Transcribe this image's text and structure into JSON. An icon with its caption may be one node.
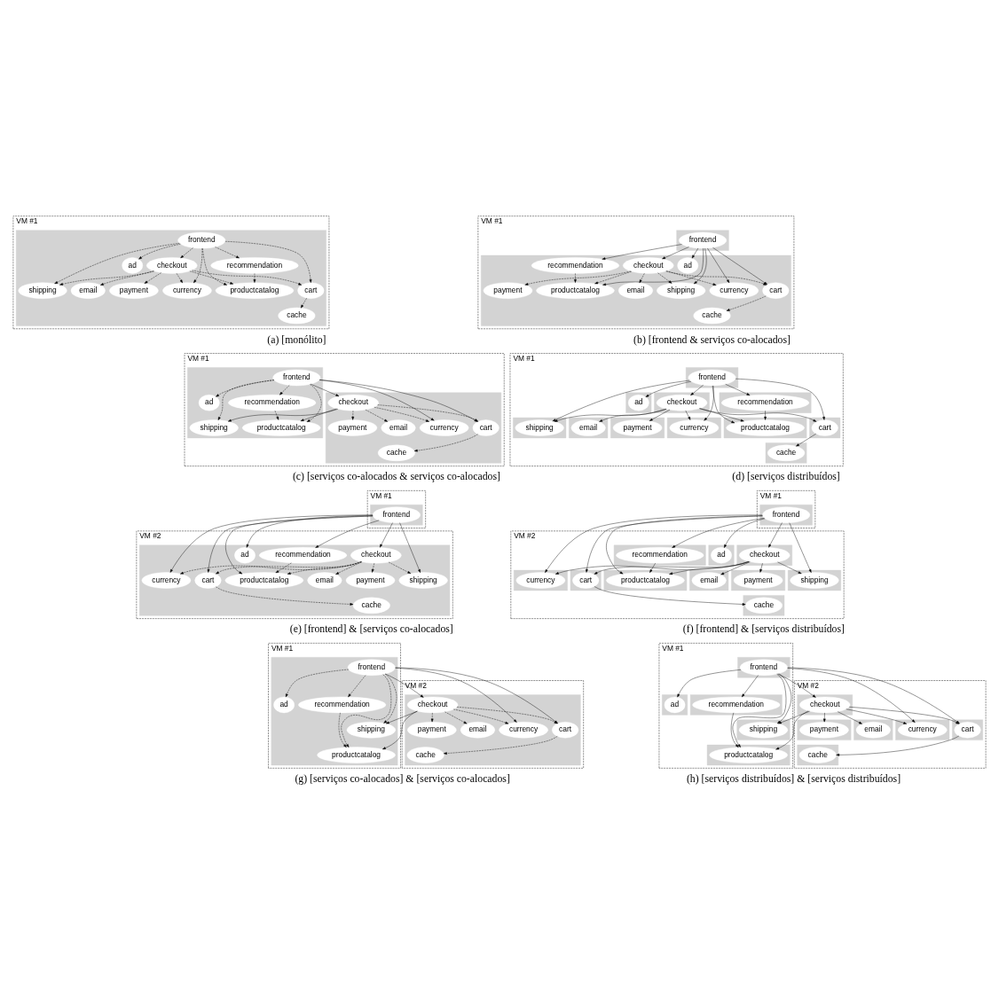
{
  "diagram": {
    "nodes": [
      {
        "text": [
          "VM #1"
        ],
        "beside": [
          "(a) [monólito]"
        ]
      },
      {
        "text": [],
        "shape": "box",
        "in": 0
      },
      {
        "text": [
          "frontend"
        ],
        "in": 1
      },
      {
        "text": [
          "checkout"
        ],
        "in": 1
      },
      {
        "text": [
          "ad"
        ],
        "in": 1
      },
      {
        "text": [
          "recommendation"
        ],
        "in": 1
      },
      {
        "text": [
          "shipping"
        ],
        "in": 1
      },
      {
        "text": [
          "currency"
        ],
        "in": 1
      },
      {
        "text": [
          "cart"
        ],
        "in": 1
      },
      {
        "text": [
          "payment"
        ],
        "in": 1
      },
      {
        "text": [
          "email"
        ],
        "in": 1
      },
      {
        "text": [
          "productcatalog"
        ],
        "in": 1
      },
      {
        "text": [
          "cache"
        ],
        "in": 1
      },
      {
        "text": [
          "VM #1"
        ],
        "beside": [
          "(b) [frontend & serviços co-alocados]"
        ]
      },
      {
        "text": [],
        "shape": "box",
        "in": 13
      },
      {
        "text": [
          "frontend"
        ],
        "in": 14
      },
      {
        "text": [],
        "shape": "box",
        "in": 13
      },
      {
        "text": [
          "checkout"
        ],
        "in": 16
      },
      {
        "text": [
          "ad"
        ],
        "in": 16
      },
      {
        "text": [
          "recommendation"
        ],
        "in": 16
      },
      {
        "text": [
          "shipping"
        ],
        "in": 16
      },
      {
        "text": [
          "currency"
        ],
        "in": 16
      },
      {
        "text": [
          "cart"
        ],
        "in": 16
      },
      {
        "text": [
          "payment"
        ],
        "in": 16
      },
      {
        "text": [
          "email"
        ],
        "in": 16
      },
      {
        "text": [
          "productcatalog"
        ],
        "in": 16
      },
      {
        "text": [
          "cache"
        ],
        "in": 16
      },
      {
        "text": [
          "VM #1"
        ],
        "beside": [
          "(c) [serviços co-alocados & serviços co-alocados]"
        ]
      },
      {
        "text": [],
        "shape": "box",
        "in": 27
      },
      {
        "text": [
          "frontend"
        ],
        "in": 28
      },
      {
        "text": [
          "ad"
        ],
        "in": 28
      },
      {
        "text": [
          "recommendation"
        ],
        "in": 28
      },
      {
        "text": [
          "shipping"
        ],
        "in": 28
      },
      {
        "text": [
          "productcatalog"
        ],
        "in": 28
      },
      {
        "text": [],
        "shape": "box",
        "in": 27
      },
      {
        "text": [
          "checkout"
        ],
        "in": 34
      },
      {
        "text": [
          "currency"
        ],
        "in": 34
      },
      {
        "text": [
          "cart"
        ],
        "in": 34
      },
      {
        "text": [
          "payment"
        ],
        "in": 34
      },
      {
        "text": [
          "email"
        ],
        "in": 34
      },
      {
        "text": [
          "cache"
        ],
        "in": 34
      },
      {
        "text": [
          "VM #1"
        ],
        "beside": [
          "(d) [serviços distribuídos]"
        ]
      },
      {
        "text": [],
        "shape": "box",
        "in": 41
      },
      {
        "text": [
          "frontend"
        ],
        "in": 42
      },
      {
        "text": [],
        "shape": "box",
        "in": 41
      },
      {
        "text": [
          "checkout"
        ],
        "in": 44
      },
      {
        "text": [],
        "shape": "box",
        "in": 41
      },
      {
        "text": [
          "ad"
        ],
        "in": 46
      },
      {
        "text": [],
        "shape": "box",
        "in": 41
      },
      {
        "text": [
          "recommendation"
        ],
        "in": 48
      },
      {
        "text": [],
        "shape": "box",
        "in": 41
      },
      {
        "text": [
          "shipping"
        ],
        "in": 50
      },
      {
        "text": [],
        "shape": "box",
        "in": 41
      },
      {
        "text": [
          "currency"
        ],
        "in": 52
      },
      {
        "text": [],
        "shape": "box",
        "in": 41
      },
      {
        "text": [
          "cart"
        ],
        "in": 54
      },
      {
        "text": [],
        "shape": "box",
        "in": 41
      },
      {
        "text": [
          "payment"
        ],
        "in": 56
      },
      {
        "text": [],
        "shape": "box",
        "in": 41
      },
      {
        "text": [
          "email"
        ],
        "in": 58
      },
      {
        "text": [],
        "shape": "box",
        "in": 41
      },
      {
        "text": [
          "productcatalog"
        ],
        "in": 60
      },
      {
        "text": [],
        "shape": "box",
        "in": 41
      },
      {
        "text": [
          "cache"
        ],
        "in": 62
      },
      {
        "text": [
          "VM #1"
        ]
      },
      {
        "text": [],
        "shape": "box",
        "in": 64
      },
      {
        "text": [
          "frontend"
        ],
        "in": 65
      },
      {
        "text": [
          "VM #2"
        ],
        "beside": [
          "(e) [frontend] & [serviços co-alocados]"
        ]
      },
      {
        "text": [],
        "shape": "box",
        "in": 67
      },
      {
        "text": [
          "checkout"
        ],
        "in": 68
      },
      {
        "text": [
          "ad"
        ],
        "in": 68
      },
      {
        "text": [
          "recommendation"
        ],
        "in": 68
      },
      {
        "text": [
          "shipping"
        ],
        "in": 68
      },
      {
        "text": [
          "currency"
        ],
        "in": 68
      },
      {
        "text": [
          "cart"
        ],
        "in": 68
      },
      {
        "text": [
          "payment"
        ],
        "in": 68
      },
      {
        "text": [
          "email"
        ],
        "in": 68
      },
      {
        "text": [
          "productcatalog"
        ],
        "in": 68
      },
      {
        "text": [
          "cache"
        ],
        "in": 68
      },
      {
        "text": [
          "VM #1"
        ]
      },
      {
        "text": [],
        "shape": "box",
        "in": 79
      },
      {
        "text": [
          "frontend"
        ],
        "in": 80
      },
      {
        "text": [
          "VM #2"
        ],
        "beside": [
          "(f) [frontend] & [serviços distribuídos]"
        ]
      },
      {
        "text": [],
        "shape": "box",
        "in": 82
      },
      {
        "text": [
          "checkout"
        ],
        "in": 83
      },
      {
        "text": [],
        "shape": "box",
        "in": 82
      },
      {
        "text": [
          "ad"
        ],
        "in": 85
      },
      {
        "text": [],
        "shape": "box",
        "in": 82
      },
      {
        "text": [
          "recommendation"
        ],
        "in": 87
      },
      {
        "text": [],
        "shape": "box",
        "in": 82
      },
      {
        "text": [
          "shipping"
        ],
        "in": 89
      },
      {
        "text": [],
        "shape": "box",
        "in": 82
      },
      {
        "text": [
          "currency"
        ],
        "in": 91
      },
      {
        "text": [],
        "shape": "box",
        "in": 82
      },
      {
        "text": [
          "cart"
        ],
        "in": 93
      },
      {
        "text": [],
        "shape": "box",
        "in": 82
      },
      {
        "text": [
          "payment"
        ],
        "in": 95
      },
      {
        "text": [],
        "shape": "box",
        "in": 82
      },
      {
        "text": [
          "email"
        ],
        "in": 97
      },
      {
        "text": [],
        "shape": "box",
        "in": 82
      },
      {
        "text": [
          "productcatalog"
        ],
        "in": 99
      },
      {
        "text": [],
        "shape": "box",
        "in": 82
      },
      {
        "text": [
          "cache"
        ],
        "in": 101
      },
      {
        "text": [
          "VM #1"
        ]
      },
      {
        "text": [],
        "shape": "box",
        "in": 103
      },
      {
        "text": [
          "frontend"
        ],
        "in": 104
      },
      {
        "text": [
          "ad"
        ],
        "in": 104
      },
      {
        "text": [
          "recommendation"
        ],
        "in": 104
      },
      {
        "text": [
          "shipping"
        ],
        "in": 104
      },
      {
        "text": [
          "productcatalog"
        ],
        "in": 104
      },
      {
        "text": [
          "VM #2"
        ],
        "beside": [
          "(g) [serviços co-alocados] & [serviços co-alocados]"
        ]
      },
      {
        "text": [],
        "shape": "box",
        "in": 110
      },
      {
        "text": [
          "checkout"
        ],
        "in": 111
      },
      {
        "text": [
          "currency"
        ],
        "in": 111
      },
      {
        "text": [
          "cart"
        ],
        "in": 111
      },
      {
        "text": [
          "payment"
        ],
        "in": 111
      },
      {
        "text": [
          "email"
        ],
        "in": 111
      },
      {
        "text": [
          "cache"
        ],
        "in": 111
      },
      {
        "text": [
          "VM #1"
        ]
      },
      {
        "text": [],
        "shape": "box",
        "in": 118
      },
      {
        "text": [
          "frontend"
        ],
        "in": 119
      },
      {
        "text": [],
        "shape": "box",
        "in": 118
      },
      {
        "text": [
          "ad"
        ],
        "in": 121
      },
      {
        "text": [],
        "shape": "box",
        "in": 118
      },
      {
        "text": [
          "recommendation"
        ],
        "in": 123
      },
      {
        "text": [],
        "shape": "box",
        "in": 118
      },
      {
        "text": [
          "shipping"
        ],
        "in": 125
      },
      {
        "text": [],
        "shape": "box",
        "in": 118
      },
      {
        "text": [
          "productcatalog"
        ],
        "in": 127
      },
      {
        "text": [
          "VM #2"
        ],
        "beside": [
          "(h) [serviços distribuídos] & [serviços distribuídos]"
        ]
      },
      {
        "text": [],
        "shape": "box",
        "in": 129
      },
      {
        "text": [
          "checkout"
        ],
        "in": 130
      },
      {
        "text": [],
        "shape": "box",
        "in": 129
      },
      {
        "text": [
          "currency"
        ],
        "in": 132
      },
      {
        "text": [],
        "shape": "box",
        "in": 129
      },
      {
        "text": [
          "cart"
        ],
        "in": 134
      },
      {
        "text": [],
        "shape": "box",
        "in": 129
      },
      {
        "text": [
          "payment"
        ],
        "in": 136
      },
      {
        "text": [],
        "shape": "box",
        "in": 129
      },
      {
        "text": [
          "email"
        ],
        "in": 138
      },
      {
        "text": [],
        "shape": "box",
        "in": 129
      },
      {
        "text": [
          "cache"
        ],
        "in": 140
      }
    ],
    "edges": [
      {
        "from": 2,
        "to": 3,
        "arrow": "to",
        "style": "dashed"
      },
      {
        "from": 2,
        "to": 4,
        "arrow": "to",
        "style": "dashed"
      },
      {
        "from": 2,
        "to": 5,
        "arrow": "to",
        "style": "dashed"
      },
      {
        "from": 2,
        "to": 6,
        "arrow": "to",
        "style": "dashed"
      },
      {
        "from": 2,
        "to": 7,
        "arrow": "to",
        "style": "dashed"
      },
      {
        "from": 2,
        "to": 8,
        "arrow": "to",
        "style": "dashed"
      },
      {
        "from": 2,
        "to": 11,
        "arrow": "to",
        "style": "dashed"
      },
      {
        "from": 3,
        "to": 6,
        "arrow": "to",
        "style": "dashed"
      },
      {
        "from": 3,
        "to": 7,
        "arrow": "to",
        "style": "dashed"
      },
      {
        "from": 3,
        "to": 8,
        "arrow": "to",
        "style": "dashed"
      },
      {
        "from": 3,
        "to": 9,
        "arrow": "to",
        "style": "dashed"
      },
      {
        "from": 3,
        "to": 10,
        "arrow": "to",
        "style": "dashed"
      },
      {
        "from": 3,
        "to": 11,
        "arrow": "to",
        "style": "dashed"
      },
      {
        "from": 5,
        "to": 11,
        "arrow": "to",
        "style": "dashed"
      },
      {
        "from": 8,
        "to": 12,
        "arrow": "to",
        "style": "dashed"
      },
      {
        "from": 15,
        "to": 17,
        "arrow": "to"
      },
      {
        "from": 15,
        "to": 18,
        "arrow": "to"
      },
      {
        "from": 15,
        "to": 19,
        "arrow": "to"
      },
      {
        "from": 15,
        "to": 20,
        "arrow": "to"
      },
      {
        "from": 15,
        "to": 21,
        "arrow": "to"
      },
      {
        "from": 15,
        "to": 22,
        "arrow": "to"
      },
      {
        "from": 15,
        "to": 25,
        "arrow": "to"
      },
      {
        "from": 17,
        "to": 20,
        "arrow": "to",
        "style": "dashed"
      },
      {
        "from": 17,
        "to": 21,
        "arrow": "to",
        "style": "dashed"
      },
      {
        "from": 17,
        "to": 22,
        "arrow": "to",
        "style": "dashed"
      },
      {
        "from": 17,
        "to": 23,
        "arrow": "to",
        "style": "dashed"
      },
      {
        "from": 17,
        "to": 24,
        "arrow": "to",
        "style": "dashed"
      },
      {
        "from": 17,
        "to": 25,
        "arrow": "to",
        "style": "dashed"
      },
      {
        "from": 19,
        "to": 25,
        "arrow": "to",
        "style": "dashed"
      },
      {
        "from": 22,
        "to": 26,
        "arrow": "to",
        "style": "dashed"
      },
      {
        "from": 29,
        "to": 35,
        "arrow": "to"
      },
      {
        "from": 29,
        "to": 30,
        "arrow": "to",
        "style": "dashed"
      },
      {
        "from": 29,
        "to": 31,
        "arrow": "to",
        "style": "dashed"
      },
      {
        "from": 29,
        "to": 32,
        "arrow": "to",
        "style": "dashed"
      },
      {
        "from": 29,
        "to": 36,
        "arrow": "to"
      },
      {
        "from": 29,
        "to": 37,
        "arrow": "to"
      },
      {
        "from": 29,
        "to": 33,
        "arrow": "to",
        "style": "dashed"
      },
      {
        "from": 35,
        "to": 32,
        "arrow": "to"
      },
      {
        "from": 35,
        "to": 36,
        "arrow": "to",
        "style": "dashed"
      },
      {
        "from": 35,
        "to": 37,
        "arrow": "to",
        "style": "dashed"
      },
      {
        "from": 35,
        "to": 38,
        "arrow": "to",
        "style": "dashed"
      },
      {
        "from": 35,
        "to": 39,
        "arrow": "to",
        "style": "dashed"
      },
      {
        "from": 35,
        "to": 33,
        "arrow": "to"
      },
      {
        "from": 31,
        "to": 33,
        "arrow": "to",
        "style": "dashed"
      },
      {
        "from": 37,
        "to": 40,
        "arrow": "to",
        "style": "dashed"
      },
      {
        "from": 43,
        "to": 45,
        "arrow": "to"
      },
      {
        "from": 43,
        "to": 47,
        "arrow": "to"
      },
      {
        "from": 43,
        "to": 49,
        "arrow": "to"
      },
      {
        "from": 43,
        "to": 51,
        "arrow": "to"
      },
      {
        "from": 43,
        "to": 53,
        "arrow": "to"
      },
      {
        "from": 43,
        "to": 55,
        "arrow": "to"
      },
      {
        "from": 43,
        "to": 61,
        "arrow": "to"
      },
      {
        "from": 45,
        "to": 51,
        "arrow": "to"
      },
      {
        "from": 45,
        "to": 53,
        "arrow": "to"
      },
      {
        "from": 45,
        "to": 55,
        "arrow": "to"
      },
      {
        "from": 45,
        "to": 57,
        "arrow": "to"
      },
      {
        "from": 45,
        "to": 59,
        "arrow": "to"
      },
      {
        "from": 45,
        "to": 61,
        "arrow": "to"
      },
      {
        "from": 49,
        "to": 61,
        "arrow": "to"
      },
      {
        "from": 55,
        "to": 63,
        "arrow": "to"
      },
      {
        "from": 66,
        "to": 69,
        "arrow": "to"
      },
      {
        "from": 66,
        "to": 70,
        "arrow": "to"
      },
      {
        "from": 66,
        "to": 71,
        "arrow": "to"
      },
      {
        "from": 66,
        "to": 72,
        "arrow": "to"
      },
      {
        "from": 66,
        "to": 73,
        "arrow": "to"
      },
      {
        "from": 66,
        "to": 74,
        "arrow": "to"
      },
      {
        "from": 66,
        "to": 77,
        "arrow": "to"
      },
      {
        "from": 69,
        "to": 72,
        "arrow": "to",
        "style": "dashed"
      },
      {
        "from": 69,
        "to": 73,
        "arrow": "to",
        "style": "dashed"
      },
      {
        "from": 69,
        "to": 74,
        "arrow": "to",
        "style": "dashed"
      },
      {
        "from": 69,
        "to": 75,
        "arrow": "to",
        "style": "dashed"
      },
      {
        "from": 69,
        "to": 76,
        "arrow": "to",
        "style": "dashed"
      },
      {
        "from": 69,
        "to": 77,
        "arrow": "to",
        "style": "dashed"
      },
      {
        "from": 71,
        "to": 77,
        "arrow": "to",
        "style": "dashed"
      },
      {
        "from": 74,
        "to": 78,
        "arrow": "to",
        "style": "dashed"
      },
      {
        "from": 81,
        "to": 84,
        "arrow": "to"
      },
      {
        "from": 81,
        "to": 86,
        "arrow": "to"
      },
      {
        "from": 81,
        "to": 88,
        "arrow": "to"
      },
      {
        "from": 81,
        "to": 90,
        "arrow": "to"
      },
      {
        "from": 81,
        "to": 92,
        "arrow": "to"
      },
      {
        "from": 81,
        "to": 94,
        "arrow": "to"
      },
      {
        "from": 81,
        "to": 100,
        "arrow": "to"
      },
      {
        "from": 84,
        "to": 90,
        "arrow": "to"
      },
      {
        "from": 84,
        "to": 92,
        "arrow": "to"
      },
      {
        "from": 84,
        "to": 94,
        "arrow": "to"
      },
      {
        "from": 84,
        "to": 96,
        "arrow": "to"
      },
      {
        "from": 84,
        "to": 98,
        "arrow": "to"
      },
      {
        "from": 84,
        "to": 100,
        "arrow": "to"
      },
      {
        "from": 88,
        "to": 100,
        "arrow": "to"
      },
      {
        "from": 94,
        "to": 102,
        "arrow": "to"
      },
      {
        "from": 105,
        "to": 112,
        "arrow": "to"
      },
      {
        "from": 105,
        "to": 106,
        "arrow": "to",
        "style": "dashed"
      },
      {
        "from": 105,
        "to": 107,
        "arrow": "to",
        "style": "dashed"
      },
      {
        "from": 105,
        "to": 108,
        "arrow": "to",
        "style": "dashed"
      },
      {
        "from": 105,
        "to": 113,
        "arrow": "to"
      },
      {
        "from": 105,
        "to": 114,
        "arrow": "to"
      },
      {
        "from": 105,
        "to": 109,
        "arrow": "to",
        "style": "dashed"
      },
      {
        "from": 112,
        "to": 108,
        "arrow": "to"
      },
      {
        "from": 112,
        "to": 113,
        "arrow": "to",
        "style": "dashed"
      },
      {
        "from": 112,
        "to": 114,
        "arrow": "to",
        "style": "dashed"
      },
      {
        "from": 112,
        "to": 115,
        "arrow": "to",
        "style": "dashed"
      },
      {
        "from": 112,
        "to": 116,
        "arrow": "to",
        "style": "dashed"
      },
      {
        "from": 112,
        "to": 109,
        "arrow": "to"
      },
      {
        "from": 107,
        "to": 109,
        "arrow": "to",
        "style": "dashed"
      },
      {
        "from": 114,
        "to": 117,
        "arrow": "to",
        "style": "dashed"
      },
      {
        "from": 120,
        "to": 131,
        "arrow": "to"
      },
      {
        "from": 120,
        "to": 122,
        "arrow": "to"
      },
      {
        "from": 120,
        "to": 124,
        "arrow": "to"
      },
      {
        "from": 120,
        "to": 126,
        "arrow": "to"
      },
      {
        "from": 120,
        "to": 133,
        "arrow": "to"
      },
      {
        "from": 120,
        "to": 135,
        "arrow": "to"
      },
      {
        "from": 120,
        "to": 128,
        "arrow": "to"
      },
      {
        "from": 131,
        "to": 126,
        "arrow": "to"
      },
      {
        "from": 131,
        "to": 133,
        "arrow": "to"
      },
      {
        "from": 131,
        "to": 135,
        "arrow": "to"
      },
      {
        "from": 131,
        "to": 137,
        "arrow": "to"
      },
      {
        "from": 131,
        "to": 139,
        "arrow": "to"
      },
      {
        "from": 131,
        "to": 128,
        "arrow": "to"
      },
      {
        "from": 124,
        "to": 128,
        "arrow": "to"
      },
      {
        "from": 135,
        "to": 141,
        "arrow": "to"
      }
    ]
  }
}
